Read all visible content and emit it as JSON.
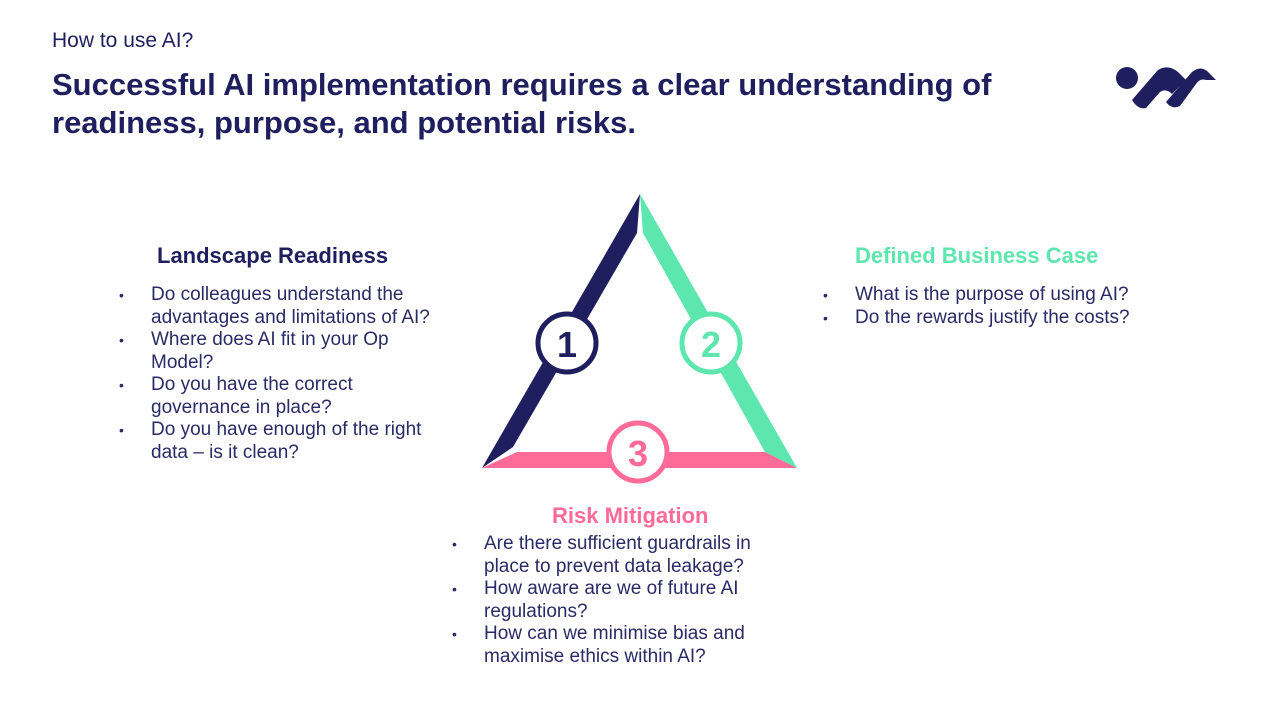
{
  "kicker": "How to use AI?",
  "title": "Successful AI implementation requires a clear understanding of readiness, purpose, and potential risks.",
  "colors": {
    "navy": "#1f1f5f",
    "green": "#5de6ad",
    "pink": "#ff6b98"
  },
  "diagram": {
    "n1": "1",
    "n2": "2",
    "n3": "3"
  },
  "sections": [
    {
      "heading": "Landscape Readiness",
      "items": [
        "Do colleagues understand the advantages and limitations of AI?",
        "Where does AI fit in your Op Model?",
        "Do you have the correct governance in place?",
        "Do you have enough of the right data – is it clean?"
      ]
    },
    {
      "heading": "Defined Business Case",
      "items": [
        "What is the purpose of using AI?",
        "Do the rewards justify the costs?"
      ]
    },
    {
      "heading": "Risk Mitigation",
      "items": [
        "Are there sufficient guardrails in place to prevent data leakage?",
        "How aware are we of future AI regulations?",
        "How can we minimise bias and maximise ethics within AI?"
      ]
    }
  ]
}
